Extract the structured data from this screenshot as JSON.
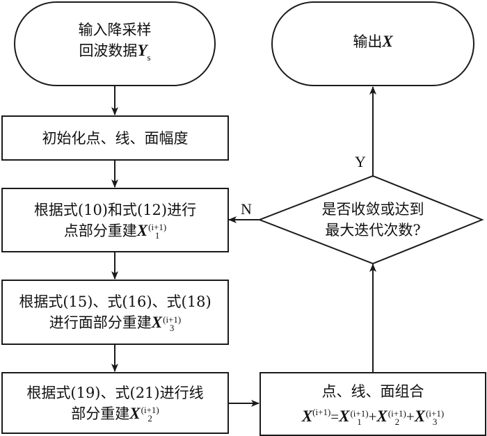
{
  "nodes": {
    "input": {
      "line1": "输入降采样",
      "line2_text": "回波数据",
      "var": "Y",
      "var_sub": "s"
    },
    "init": {
      "text": "初始化点、线、面幅度"
    },
    "point": {
      "line1": "根据式(10)和式(12)进行",
      "line2_text": "点部分重建",
      "var": "X",
      "sup": "(i+1)",
      "sub": "1"
    },
    "surface": {
      "line1": "根据式(15)、式(16)、式(18)",
      "line2_text": "进行面部分重建",
      "var": "X",
      "sup": "(i+1)",
      "sub": "3"
    },
    "line": {
      "line1": "根据式(19)、式(21)进行线",
      "line2_text": "部分重建",
      "var": "X",
      "sup": "(i+1)",
      "sub": "2"
    },
    "combine": {
      "line1": "点、线、面组合",
      "formula": {
        "lhs": "X",
        "lhs_sup": "(i+1)",
        "eq": "=",
        "plus": "+",
        "terms": [
          {
            "var": "X",
            "sup": "(i+1)",
            "sub": "1"
          },
          {
            "var": "X",
            "sup": "(i+1)",
            "sub": "2"
          },
          {
            "var": "X",
            "sup": "(i+1)",
            "sub": "3"
          }
        ]
      }
    },
    "decision": {
      "line1": "是否收敛或达到",
      "line2": "最大迭代次数?"
    },
    "output": {
      "text": "输出",
      "var": "X"
    }
  },
  "edge_labels": {
    "yes": "Y",
    "no": "N"
  },
  "colors": {
    "stroke": "#1a1a1a",
    "background": "#ffffff"
  }
}
